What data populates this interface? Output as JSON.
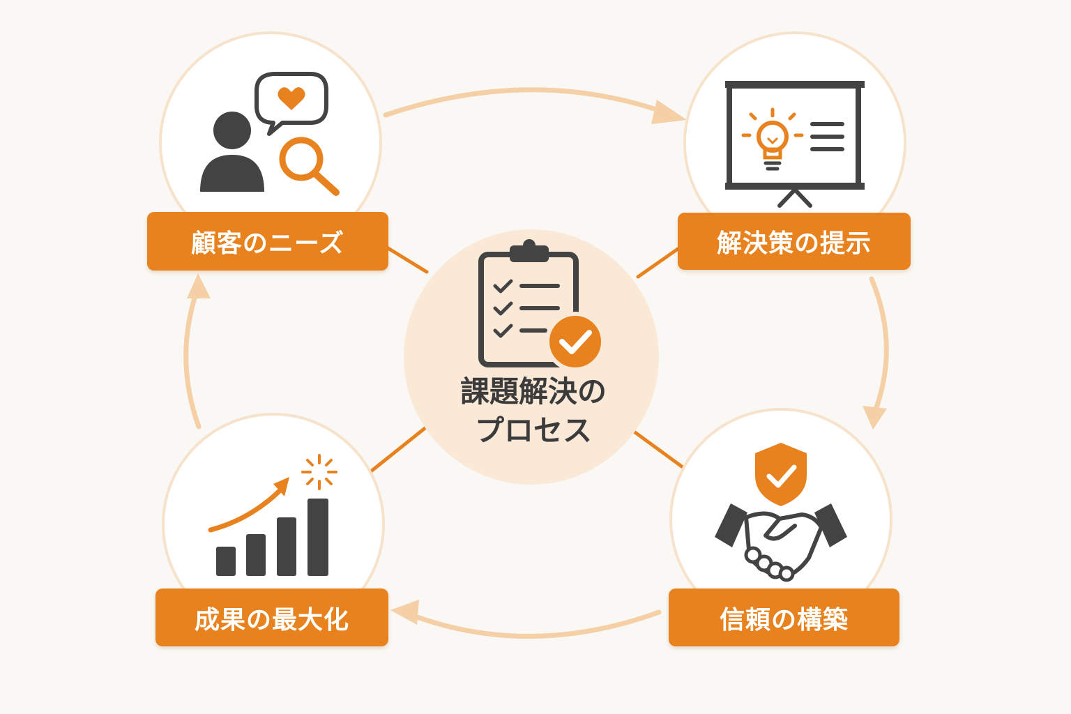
{
  "center": {
    "title_line1": "課題解決の",
    "title_line2": "プロセス",
    "icon": "clipboard-check-icon"
  },
  "steps": [
    {
      "label": "顧客のニーズ",
      "icon": "customer-search-icon"
    },
    {
      "label": "解決策の提示",
      "icon": "presentation-idea-icon"
    },
    {
      "label": "信頼の構築",
      "icon": "handshake-shield-icon"
    },
    {
      "label": "成果の最大化",
      "icon": "growth-chart-icon"
    }
  ],
  "colors": {
    "accent": "#e8821e",
    "dark": "#434343",
    "circle_fill": "#ffffff",
    "circle_stroke": "#f7e2cc",
    "center_fill": "#fbe9d8",
    "arrow": "#f5cfa5",
    "background": "#faf8f4"
  }
}
